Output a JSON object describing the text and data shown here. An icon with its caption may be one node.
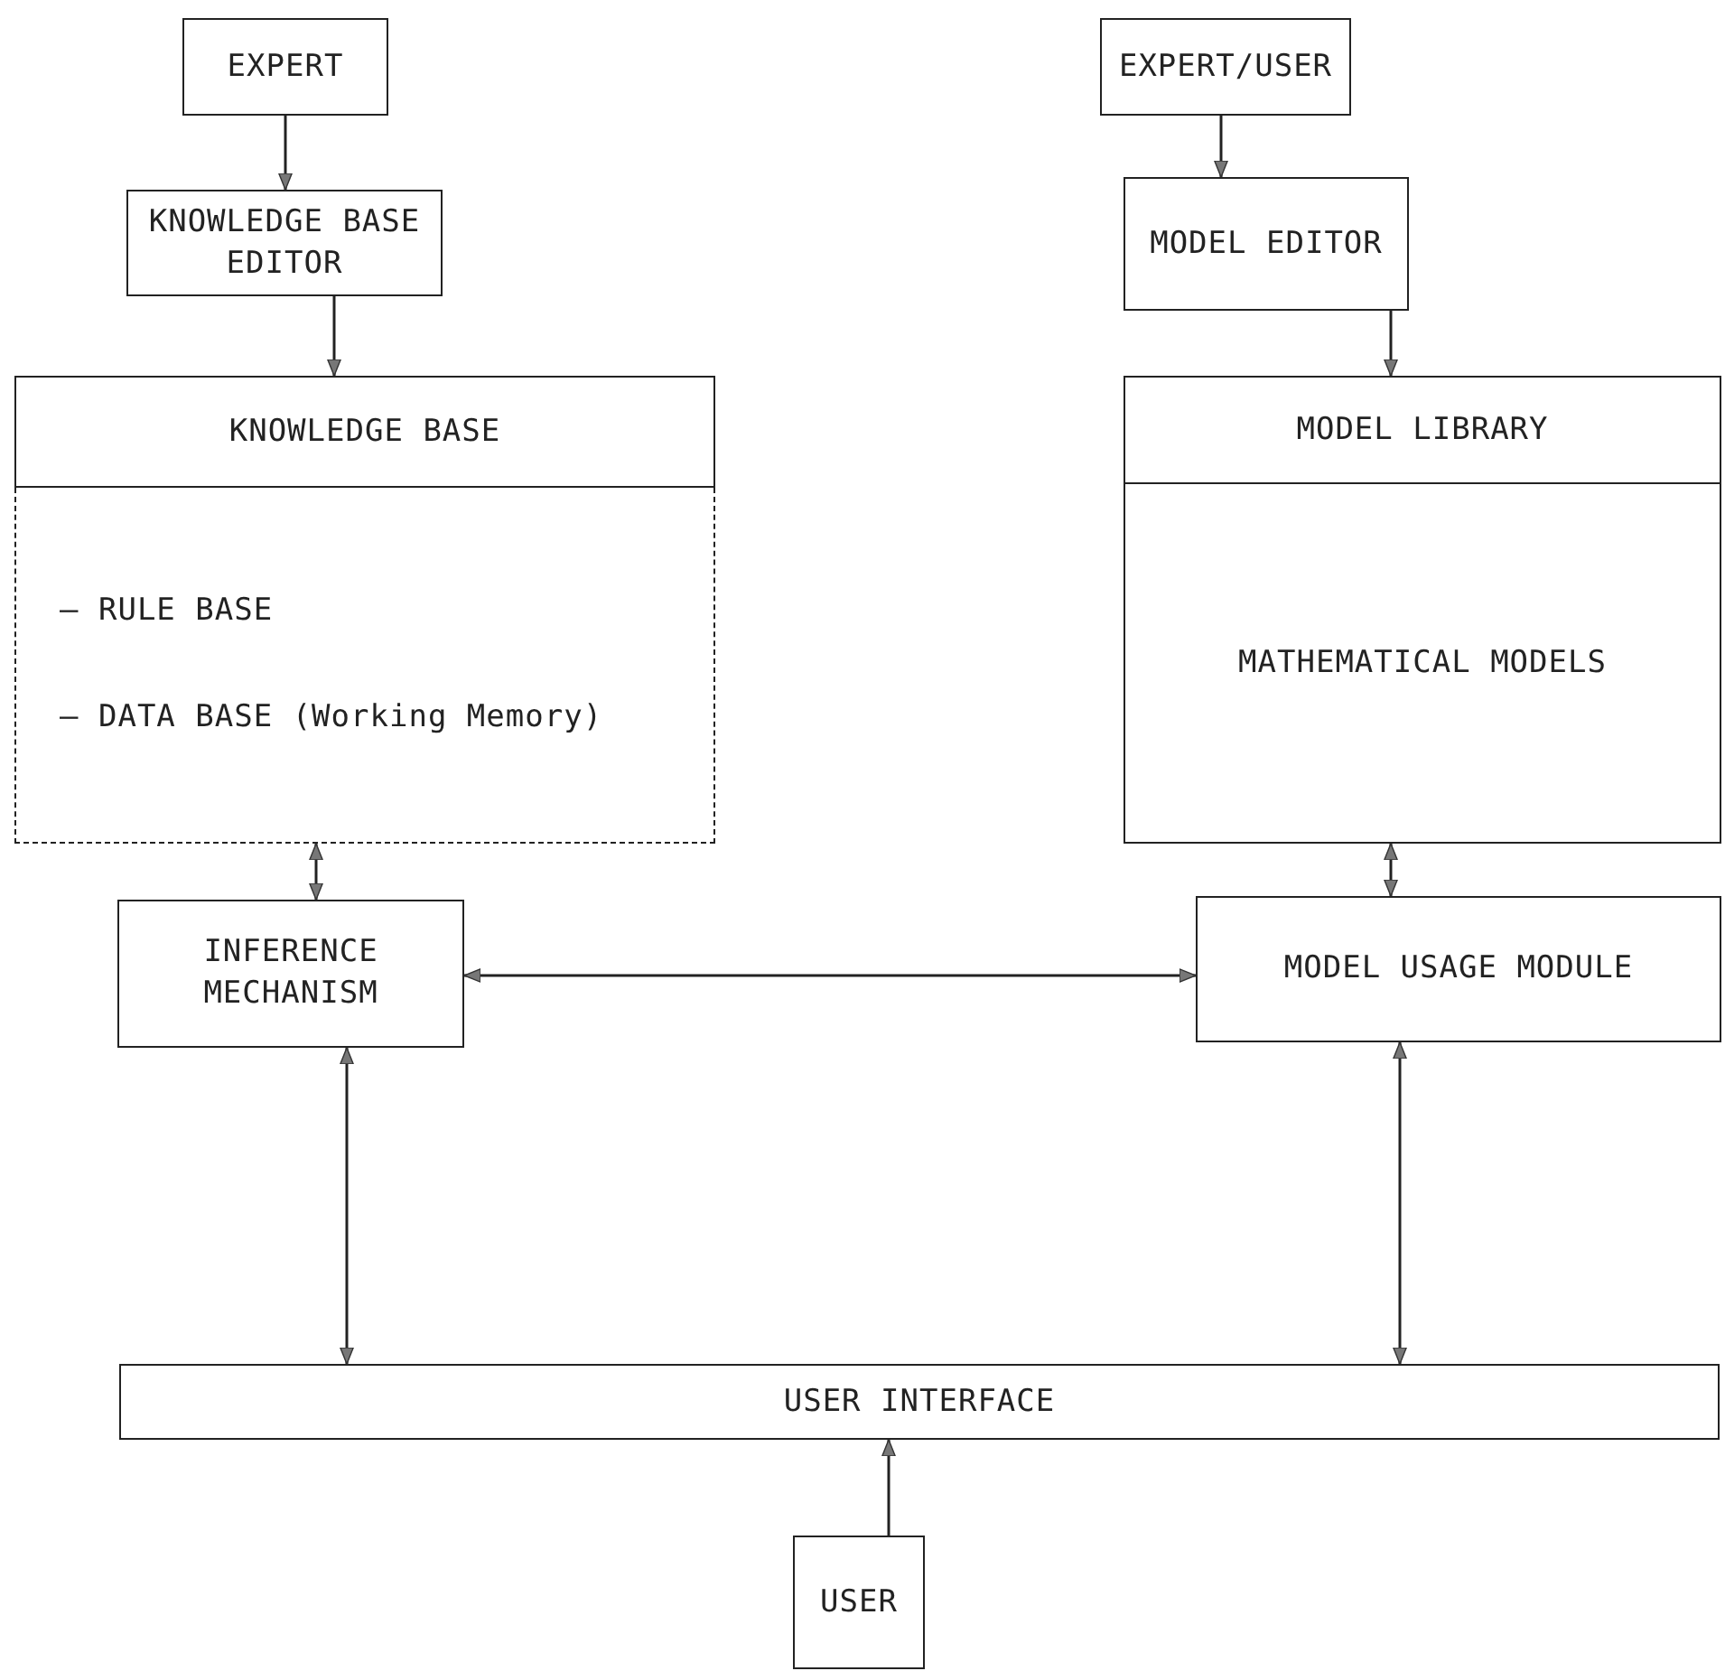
{
  "diagram": {
    "nodes": [
      {
        "text": [
          "EXPERT"
        ]
      },
      {
        "text": [
          "KNOWLEDGE BASE EDITOR"
        ]
      },
      {
        "text": [
          "KNOWLEDGE BASE",
          "– RULE BASE",
          "– DATA BASE (Working Memory)"
        ]
      },
      {
        "text": [
          "EXPERT/USER"
        ]
      },
      {
        "text": [
          "MODEL EDITOR"
        ]
      },
      {
        "text": [
          "MODEL LIBRARY",
          "MATHEMATICAL MODELS"
        ]
      },
      {
        "text": [
          "INFERENCE MECHANISM"
        ]
      },
      {
        "text": [
          "MODEL USAGE MODULE"
        ]
      },
      {
        "text": [
          "USER INTERFACE"
        ]
      },
      {
        "text": [
          "USER"
        ]
      }
    ],
    "edges": [
      {
        "from": 0,
        "to": 1,
        "arrow": "to"
      },
      {
        "from": 1,
        "to": 2,
        "arrow": "to"
      },
      {
        "from": 3,
        "to": 4,
        "arrow": "to"
      },
      {
        "from": 4,
        "to": 5,
        "arrow": "to"
      },
      {
        "from": 2,
        "to": 6,
        "arrow": "both"
      },
      {
        "from": 6,
        "to": 7,
        "arrow": "both"
      },
      {
        "from": 5,
        "to": 7,
        "arrow": "both"
      },
      {
        "from": 6,
        "to": 8,
        "arrow": "both"
      },
      {
        "from": 7,
        "to": 8,
        "arrow": "both"
      },
      {
        "from": 9,
        "to": 8,
        "arrow": "to"
      }
    ]
  }
}
